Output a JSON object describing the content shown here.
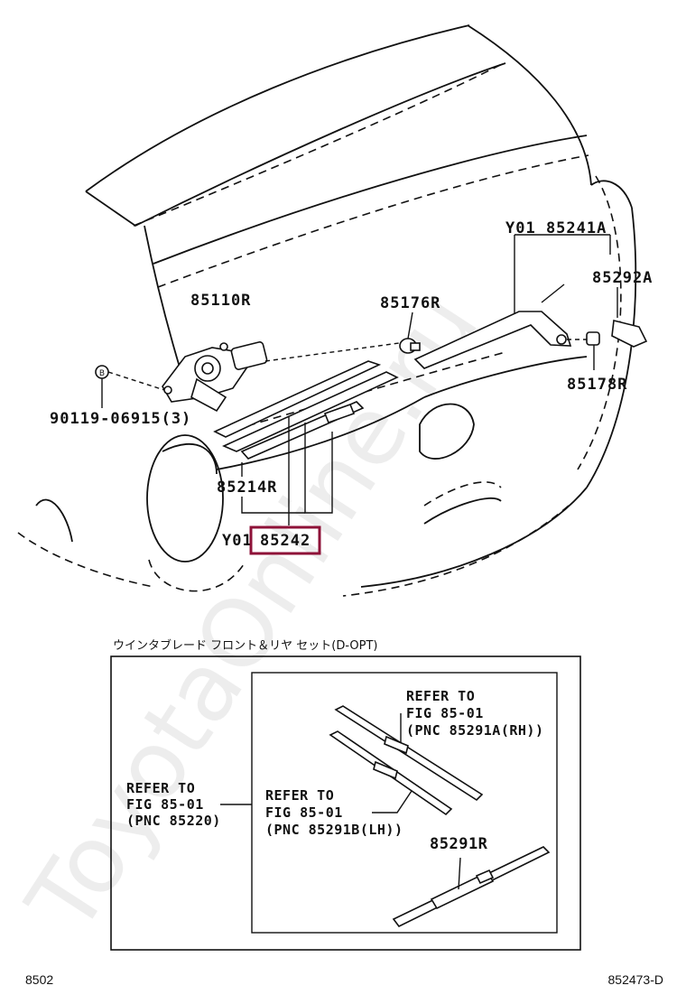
{
  "watermark": "ToyotaOnline.ru",
  "labels": {
    "arm": "Y01 85241A",
    "cap": "85292A",
    "motor": "85110R",
    "grommet": "85176R",
    "nut": "85178R",
    "bolt": "90119-06915(3)",
    "bolt_mark": "B",
    "blade_rubber": "85214R",
    "blade_prefix": "Y01",
    "blade_highlighted": "85242"
  },
  "set_box": {
    "caption": "ウインタブレード フロント＆リヤ セット(D-OPT)",
    "left_ref": [
      "REFER TO",
      "FIG 85-01",
      "(PNC 85220)"
    ],
    "rh_ref": [
      "REFER TO",
      "FIG 85-01",
      "(PNC 85291A(RH))"
    ],
    "lh_ref": [
      "REFER TO",
      "FIG 85-01",
      "(PNC 85291B(LH))"
    ],
    "rear_blade": "85291R"
  },
  "footer": {
    "left": "8502",
    "right": "852473-D"
  }
}
